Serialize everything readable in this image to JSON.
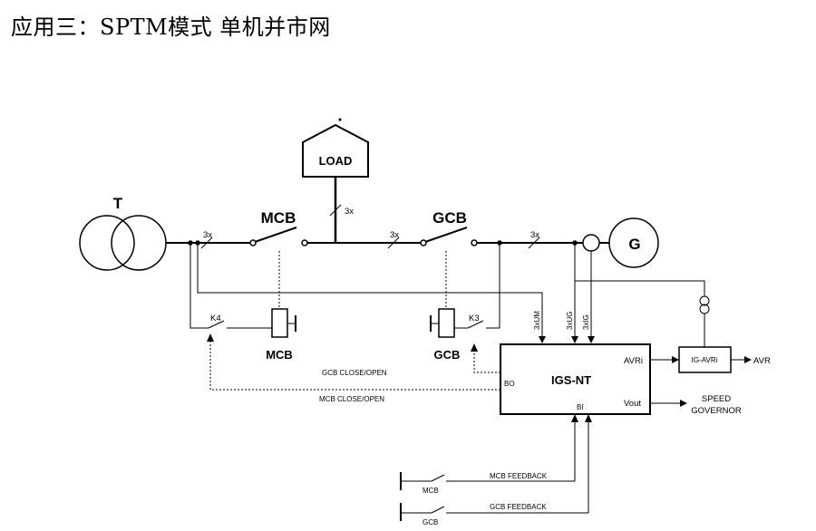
{
  "title": "应用三：SPTM模式 单机并市网",
  "labels": {
    "transformer": "T",
    "load": "LOAD",
    "mcb_top": "MCB",
    "gcb_top": "GCB",
    "generator": "G",
    "mcb_coil": "MCB",
    "gcb_coil": "GCB",
    "k4": "K4",
    "k3": "K3",
    "three_x": "3x",
    "controller": "IGS-NT",
    "avri": "AVRi",
    "vout": "Vout",
    "bo": "BO",
    "bi": "BI",
    "ig_avri": "IG-AVRi",
    "avr": "AVR",
    "speed": "SPEED",
    "governor": "GOVERNOR",
    "gcb_close_open": "GCB CLOSE/OPEN",
    "mcb_close_open": "MCB CLOSE/OPEN",
    "mcb_feedback": "MCB FEEDBACK",
    "gcb_feedback": "GCB FEEDBACK",
    "mcb_small": "MCB",
    "gcb_small": "GCB",
    "three_x_um": "3xUM",
    "three_x_ug": "3xUG",
    "three_x_ig": "3xIG"
  }
}
